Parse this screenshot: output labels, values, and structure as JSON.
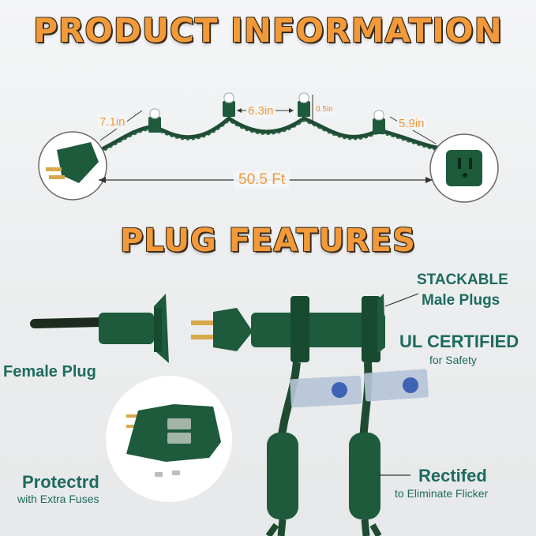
{
  "section_titles": {
    "product_information": "PRODUCT INFORMATION",
    "plug_features": "PLUG FEATURES"
  },
  "dimensions": {
    "plug_to_first_bulb": "7.1in",
    "bulb_spacing": "6.3in",
    "bulb_height": "0.5in",
    "last_bulb_to_plug": "5.9in",
    "total_length": "50.5 Ft"
  },
  "features": {
    "female_plug": "Female Plug",
    "stackable_line1": "STACKABLE",
    "stackable_line2": "Male Plugs",
    "ul_title": "UL CERTIFIED",
    "ul_sub": "for Safety",
    "protected_title": "Protectrd",
    "protected_sub": "with Extra Fuses",
    "rectified_title": "Rectifed",
    "rectified_sub": "to Eliminate Flicker"
  },
  "colors": {
    "accent_orange": "#f29a3a",
    "wire_green": "#1f4d34",
    "plug_green": "#1e5a3c",
    "label_teal": "#1d6b5e"
  }
}
